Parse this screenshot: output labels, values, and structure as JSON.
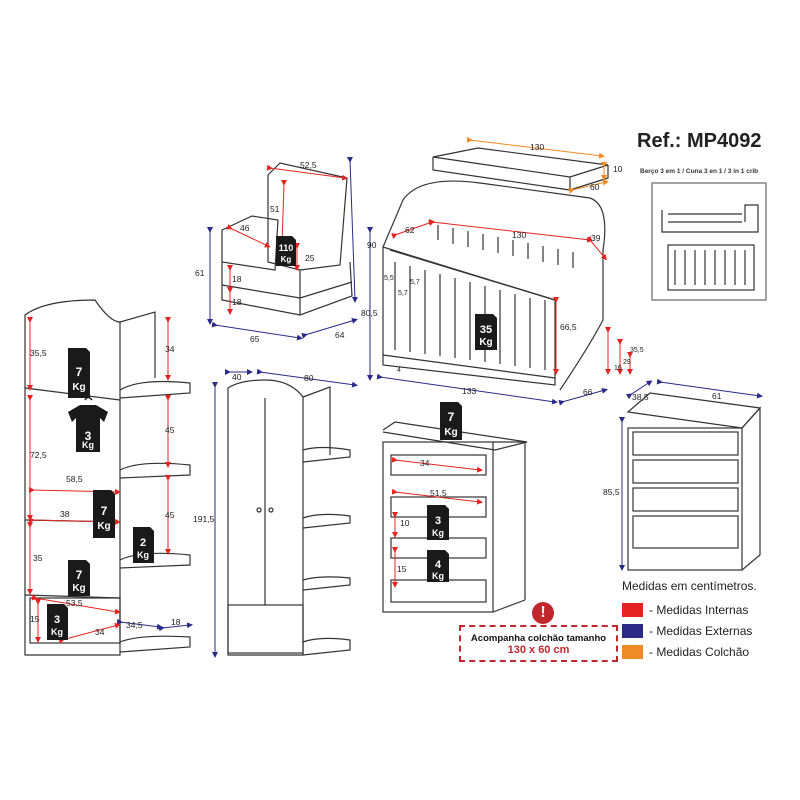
{
  "header": {
    "ref": "Ref.: MP4092"
  },
  "crib_caption": "Berço 3 em 1 / Cuna 3 en 1 / 3 in 1 crib",
  "legend": {
    "title": "Medidas em centímetros.",
    "items": [
      {
        "label": "- Medidas Internas",
        "color": "#e52421"
      },
      {
        "label": "- Medidas Externas",
        "color": "#2b2a86"
      },
      {
        "label": "- Medidas Colchão",
        "color": "#f08a24"
      }
    ]
  },
  "notice": {
    "line1": "Acompanha colchão tamanho",
    "line2": "130 x 60 cm",
    "icon": "!"
  },
  "weights": {
    "armchair": [
      "110",
      "Kg"
    ],
    "crib": [
      "35",
      "Kg"
    ],
    "bookcase_top": [
      "7",
      "Kg"
    ],
    "bookcase_hanger": [
      "3",
      "Kg"
    ],
    "bookcase_mid": [
      "7",
      "Kg"
    ],
    "bookcase_side": [
      "2",
      "Kg"
    ],
    "bookcase_low": [
      "7",
      "Kg"
    ],
    "bookcase_drawer": [
      "3",
      "Kg"
    ],
    "dresser_top": [
      "7",
      "Kg"
    ],
    "dresser_mid": [
      "3",
      "Kg"
    ],
    "dresser_low": [
      "4",
      "Kg"
    ]
  },
  "dims": {
    "mattress": [
      "130",
      "10",
      "60"
    ],
    "armchair": [
      "52,5",
      "51",
      "46",
      "90",
      "25",
      "61",
      "18",
      "18",
      "65",
      "64"
    ],
    "crib": [
      "62",
      "130",
      "39",
      "5,5",
      "5,7",
      "5,7",
      "80,5",
      "66,5",
      "35,5",
      "29",
      "16",
      "4",
      "133",
      "66"
    ],
    "bookcase": [
      "35,5",
      "34",
      "72,5",
      "45",
      "58,5",
      "38",
      "45",
      "35",
      "53,5",
      "15",
      "34",
      "34,5",
      "18"
    ],
    "wardrobe": [
      "40",
      "80",
      "191,5"
    ],
    "dresser": [
      "34",
      "51,5",
      "10",
      "15"
    ],
    "drawer_chest": [
      "38,5",
      "61",
      "85,5"
    ]
  }
}
